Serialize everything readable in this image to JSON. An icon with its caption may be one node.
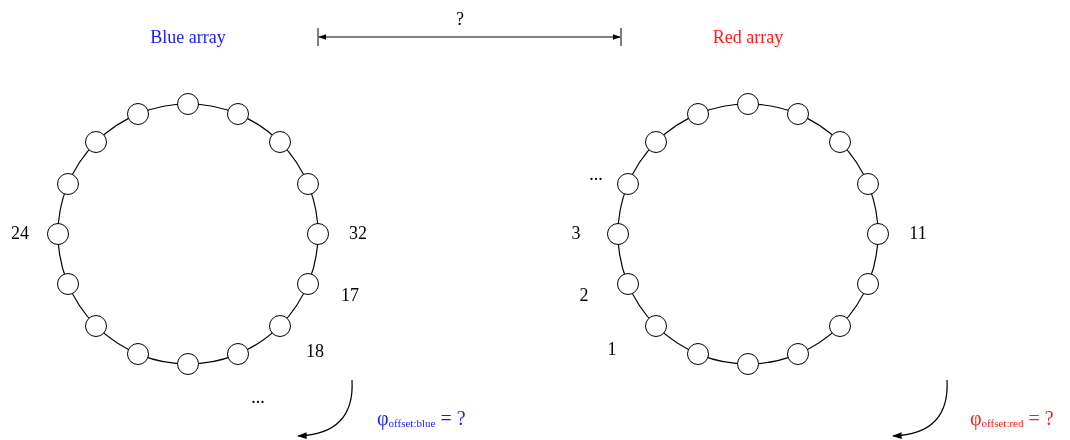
{
  "diagram": {
    "nodes": [
      {
        "text": [],
        "shape": "circle"
      },
      {
        "text": [],
        "shape": "circle"
      },
      {
        "text": [],
        "shape": "circle"
      },
      {
        "text": [],
        "shape": "circle"
      },
      {
        "text": [],
        "shape": "circle"
      },
      {
        "text": [],
        "shape": "circle"
      },
      {
        "text": [],
        "shape": "circle"
      },
      {
        "text": [],
        "shape": "circle"
      },
      {
        "text": [],
        "shape": "circle"
      },
      {
        "text": [],
        "shape": "circle"
      },
      {
        "text": [],
        "shape": "circle"
      },
      {
        "text": [],
        "shape": "circle"
      },
      {
        "text": [],
        "shape": "circle"
      },
      {
        "text": [],
        "shape": "circle"
      },
      {
        "text": [],
        "shape": "circle"
      },
      {
        "text": [],
        "shape": "circle"
      },
      {
        "text": [],
        "shape": "circle"
      },
      {
        "text": [],
        "shape": "circle"
      },
      {
        "text": [],
        "shape": "circle"
      },
      {
        "text": [],
        "shape": "circle"
      },
      {
        "text": [],
        "shape": "circle"
      },
      {
        "text": [],
        "shape": "circle"
      },
      {
        "text": [],
        "shape": "circle"
      },
      {
        "text": [],
        "shape": "circle"
      },
      {
        "text": [],
        "shape": "circle"
      },
      {
        "text": [],
        "shape": "circle"
      },
      {
        "text": [],
        "shape": "circle"
      },
      {
        "text": [],
        "shape": "circle"
      },
      {
        "text": [],
        "shape": "circle"
      },
      {
        "text": [],
        "shape": "circle"
      },
      {
        "text": [],
        "shape": "circle"
      },
      {
        "text": [],
        "shape": "circle"
      }
    ],
    "labels": [
      "Blue array",
      "?",
      "Red array",
      "...",
      "24",
      "32",
      "3",
      "11",
      "17",
      "2",
      "18",
      "1",
      "...",
      "φ$_{offset:blue}$ = ?",
      "φ$_{offset:red}$ = ?"
    ]
  }
}
